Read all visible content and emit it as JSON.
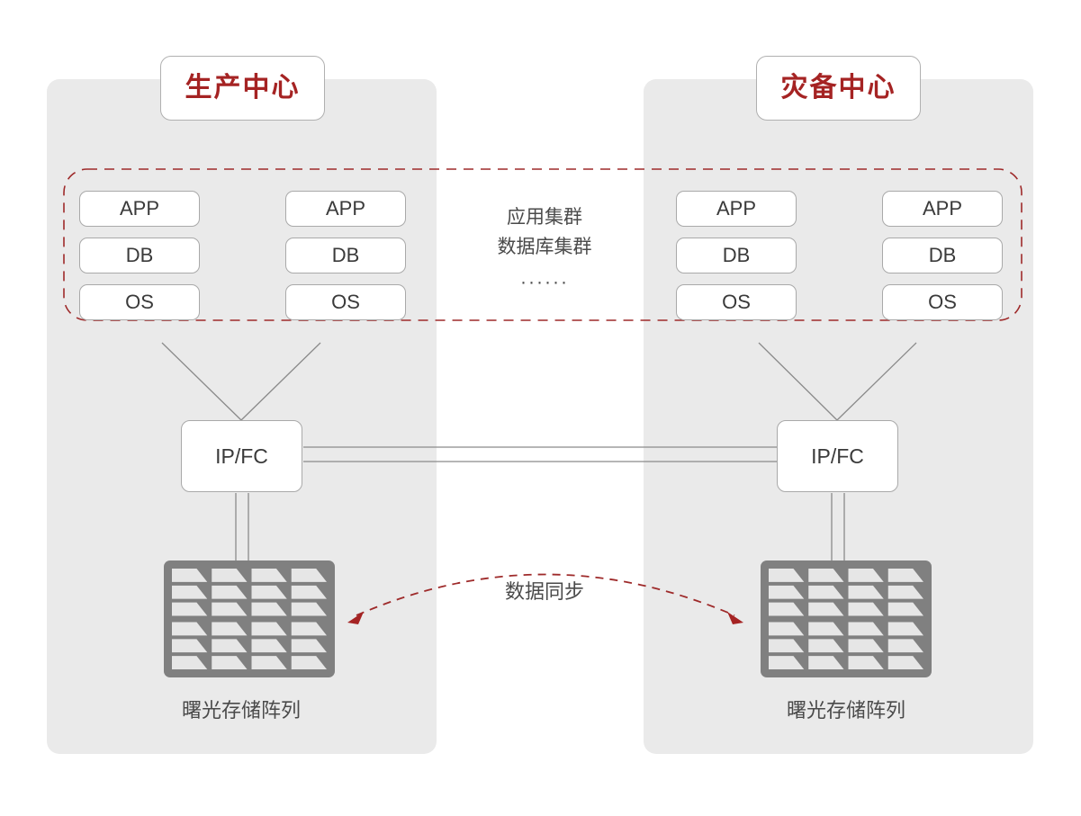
{
  "diagram": {
    "title_left": "生产中心",
    "title_right": "灾备中心",
    "cluster_line1": "应用集群",
    "cluster_line2": "数据库集群",
    "cluster_dots": "······",
    "sync_label": "数据同步",
    "array_label_left": "曙光存储阵列",
    "array_label_right": "曙光存储阵列",
    "left_site": {
      "stack_a": [
        "APP",
        "DB",
        "OS"
      ],
      "stack_b": [
        "APP",
        "DB",
        "OS"
      ],
      "switch": "IP/FC"
    },
    "right_site": {
      "stack_a": [
        "APP",
        "DB",
        "OS"
      ],
      "stack_b": [
        "APP",
        "DB",
        "OS"
      ],
      "switch": "IP/FC"
    },
    "colors": {
      "panel_bg": "#eaeaea",
      "accent_red": "#a52323",
      "dashed_red": "#9e2a2a",
      "box_border": "#a9a9a9",
      "text": "#3a3a3a",
      "array_gray": "#808080",
      "line_gray": "#8a8a8a"
    }
  }
}
